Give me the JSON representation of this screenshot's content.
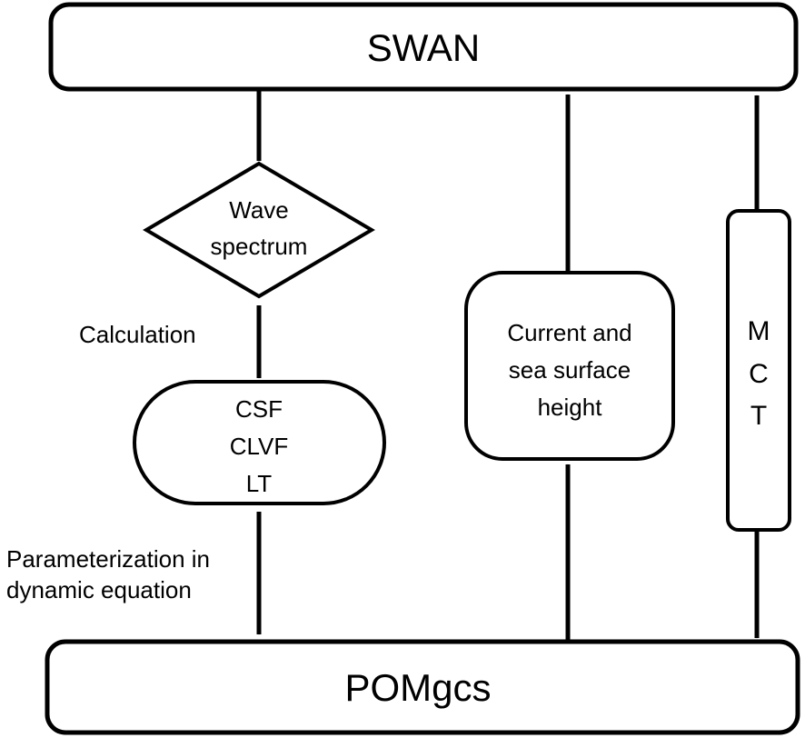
{
  "boxes": {
    "swan": "SWAN",
    "pomgcs": "POMgcs",
    "wave_spectrum": [
      "Wave",
      "spectrum"
    ],
    "forces": [
      "CSF",
      "CLVF",
      "LT"
    ],
    "current_height": [
      "Current and",
      "sea surface",
      "height"
    ],
    "mct": [
      "M",
      "C",
      "T"
    ]
  },
  "labels": {
    "calculation": "Calculation",
    "parameterization": [
      "Parameterization in",
      "dynamic equation"
    ]
  },
  "colors": {
    "stroke": "#000000",
    "fill": "#ffffff"
  }
}
